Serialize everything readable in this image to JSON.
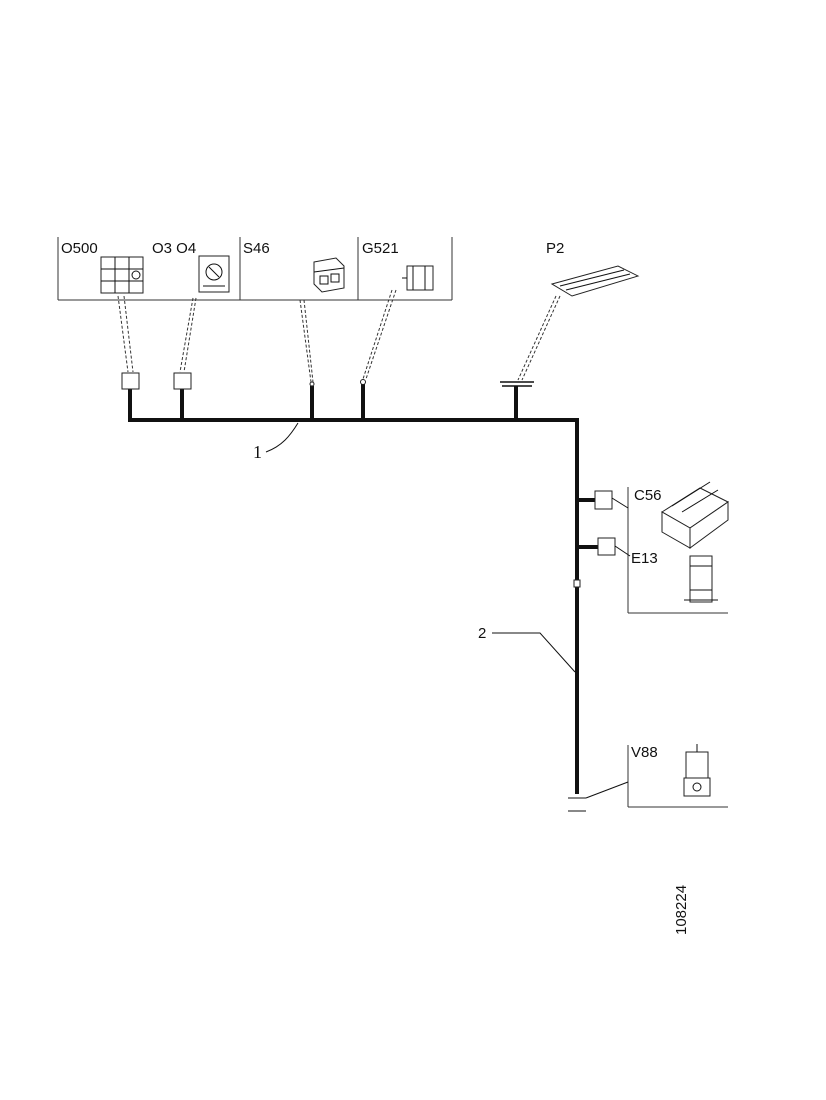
{
  "components": {
    "o500": "O500",
    "o3o4": "O3 O4",
    "s46": "S46",
    "g521": "G521",
    "p2": "P2",
    "c56": "C56",
    "e13": "E13",
    "v88": "V88"
  },
  "harness": {
    "harness_1": "1",
    "harness_2": "2"
  },
  "figure_number": "108224"
}
